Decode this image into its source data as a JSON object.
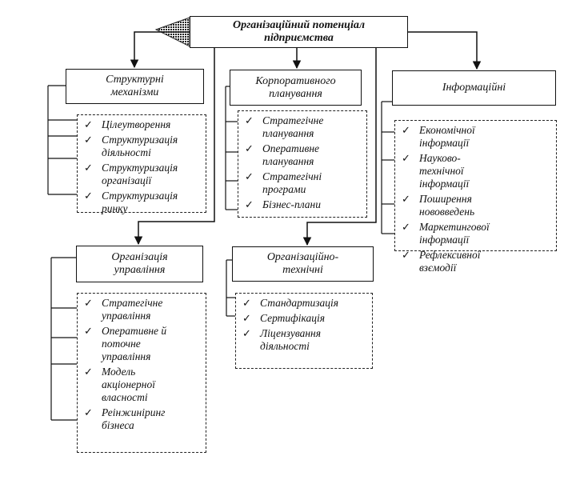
{
  "root": {
    "title": "Організаційний потенціал\nпідприємства"
  },
  "categories": {
    "structural": {
      "title": "Структурні\nмеханізми",
      "items": [
        "Цілеутворення",
        "Структуризація\nдіяльності",
        "Структуризація\nорганізації",
        "Структуризація\nринку"
      ]
    },
    "corporate": {
      "title": "Корпоративного\nпланування",
      "items": [
        "Стратегічне\nпланування",
        "Оперативне\nпланування",
        "Стратегічні\nпрограми",
        "Бізнес-плани"
      ]
    },
    "information": {
      "title": "Інформаційні",
      "items": [
        "Економічної\nінформації",
        "Науково-\nтехнічної\nінформації",
        "Поширення\nнововведень",
        "Маркетингової\nінформації",
        "Рефлексивної\nвзємодії"
      ]
    },
    "management": {
      "title": "Організація\nуправління",
      "items": [
        "Стратегічне\nуправління",
        "Оперативне й\nпоточне\nуправління",
        "Модель\nакціонерної\nвласності",
        "Реінжиніринг\nбізнеса"
      ]
    },
    "technical": {
      "title": "Організаційно-\nтехнічні",
      "items": [
        "Стандартизація",
        "Сертифікація",
        "Ліцензування\nдіяльності"
      ]
    }
  },
  "icons": {
    "check": "✓"
  }
}
